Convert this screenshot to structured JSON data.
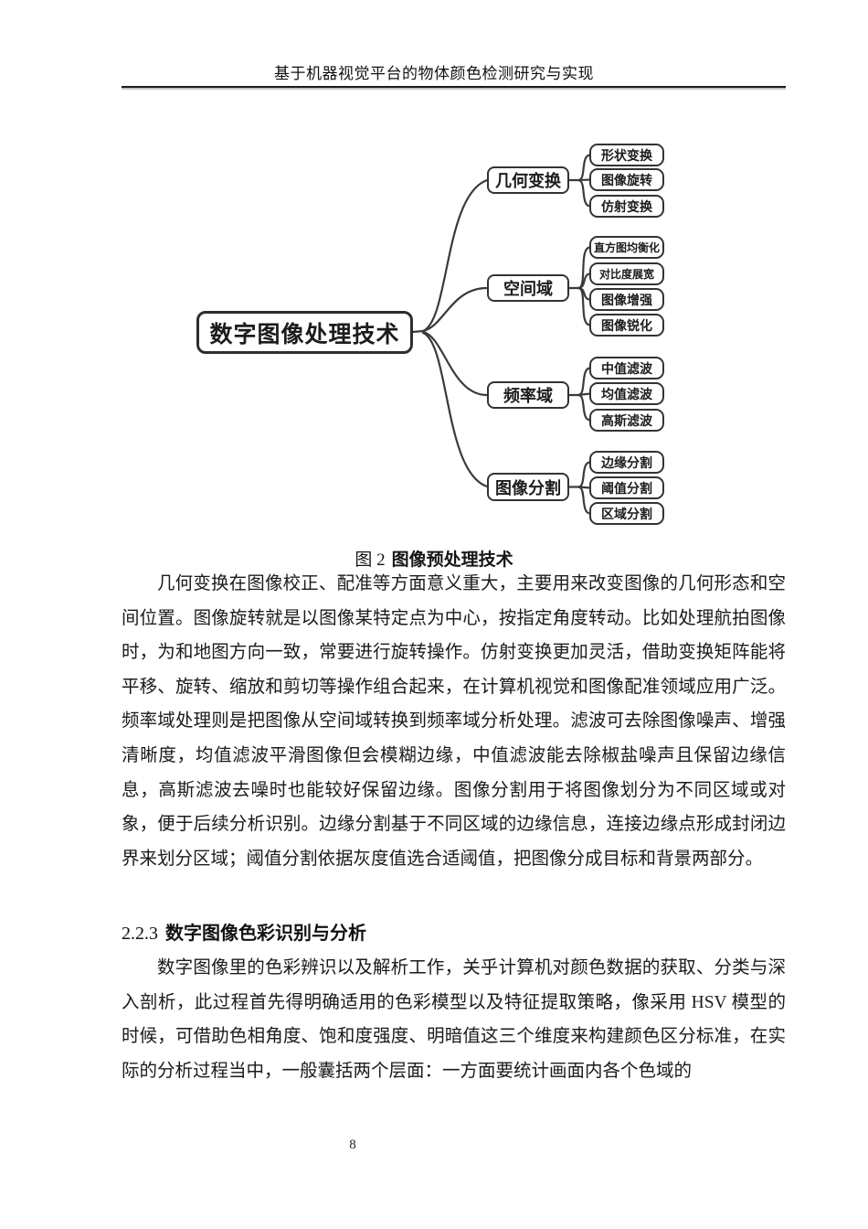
{
  "page": {
    "header": "基于机器视觉平台的物体颜色检测研究与实现",
    "page_number": "8"
  },
  "figure": {
    "caption_prefix": "图 2",
    "caption_title": "图像预处理技术",
    "diagram": {
      "root": "数字图像处理技术",
      "branches": [
        {
          "label": "几何变换",
          "children": [
            "形状变换",
            "图像旋转",
            "仿射变换"
          ]
        },
        {
          "label": "空间域",
          "children": [
            "直方图均衡化",
            "对比度展宽",
            "图像增强",
            "图像锐化"
          ]
        },
        {
          "label": "频率域",
          "children": [
            "中值滤波",
            "均值滤波",
            "高斯滤波"
          ]
        },
        {
          "label": "图像分割",
          "children": [
            "边缘分割",
            "阈值分割",
            "区域分割"
          ]
        }
      ]
    }
  },
  "content": {
    "paragraph1": "几何变换在图像校正、配准等方面意义重大，主要用来改变图像的几何形态和空间位置。图像旋转就是以图像某特定点为中心，按指定角度转动。比如处理航拍图像时，为和地图方向一致，常要进行旋转操作。仿射变换更加灵活，借助变换矩阵能将平移、旋转、缩放和剪切等操作组合起来，在计算机视觉和图像配准领域应用广泛。频率域处理则是把图像从空间域转换到频率域分析处理。滤波可去除图像噪声、增强清晰度，均值滤波平滑图像但会模糊边缘，中值滤波能去除椒盐噪声且保留边缘信息，高斯滤波去噪时也能较好保留边缘。图像分割用于将图像划分为不同区域或对象，便于后续分析识别。边缘分割基于不同区域的边缘信息，连接边缘点形成封闭边界来划分区域；阈值分割依据灰度值选合适阈值，把图像分成目标和背景两部分。",
    "section_heading": {
      "number": "2.2.3",
      "title": "数字图像色彩识别与分析"
    },
    "paragraph2": "数字图像里的色彩辨识以及解析工作，关乎计算机对颜色数据的获取、分类与深入剖析，此过程首先得明确适用的色彩模型以及特征提取策略，像采用 HSV 模型的时候，可借助色相角度、饱和度强度、明暗值这三个维度来构建颜色区分标准，在实际的分析过程当中，一般囊括两个层面：一方面要统计画面内各个色域的"
  },
  "colors": {
    "ink": "#1a1a1a",
    "diagram_line": "#3a3a3a",
    "background": "#ffffff"
  }
}
